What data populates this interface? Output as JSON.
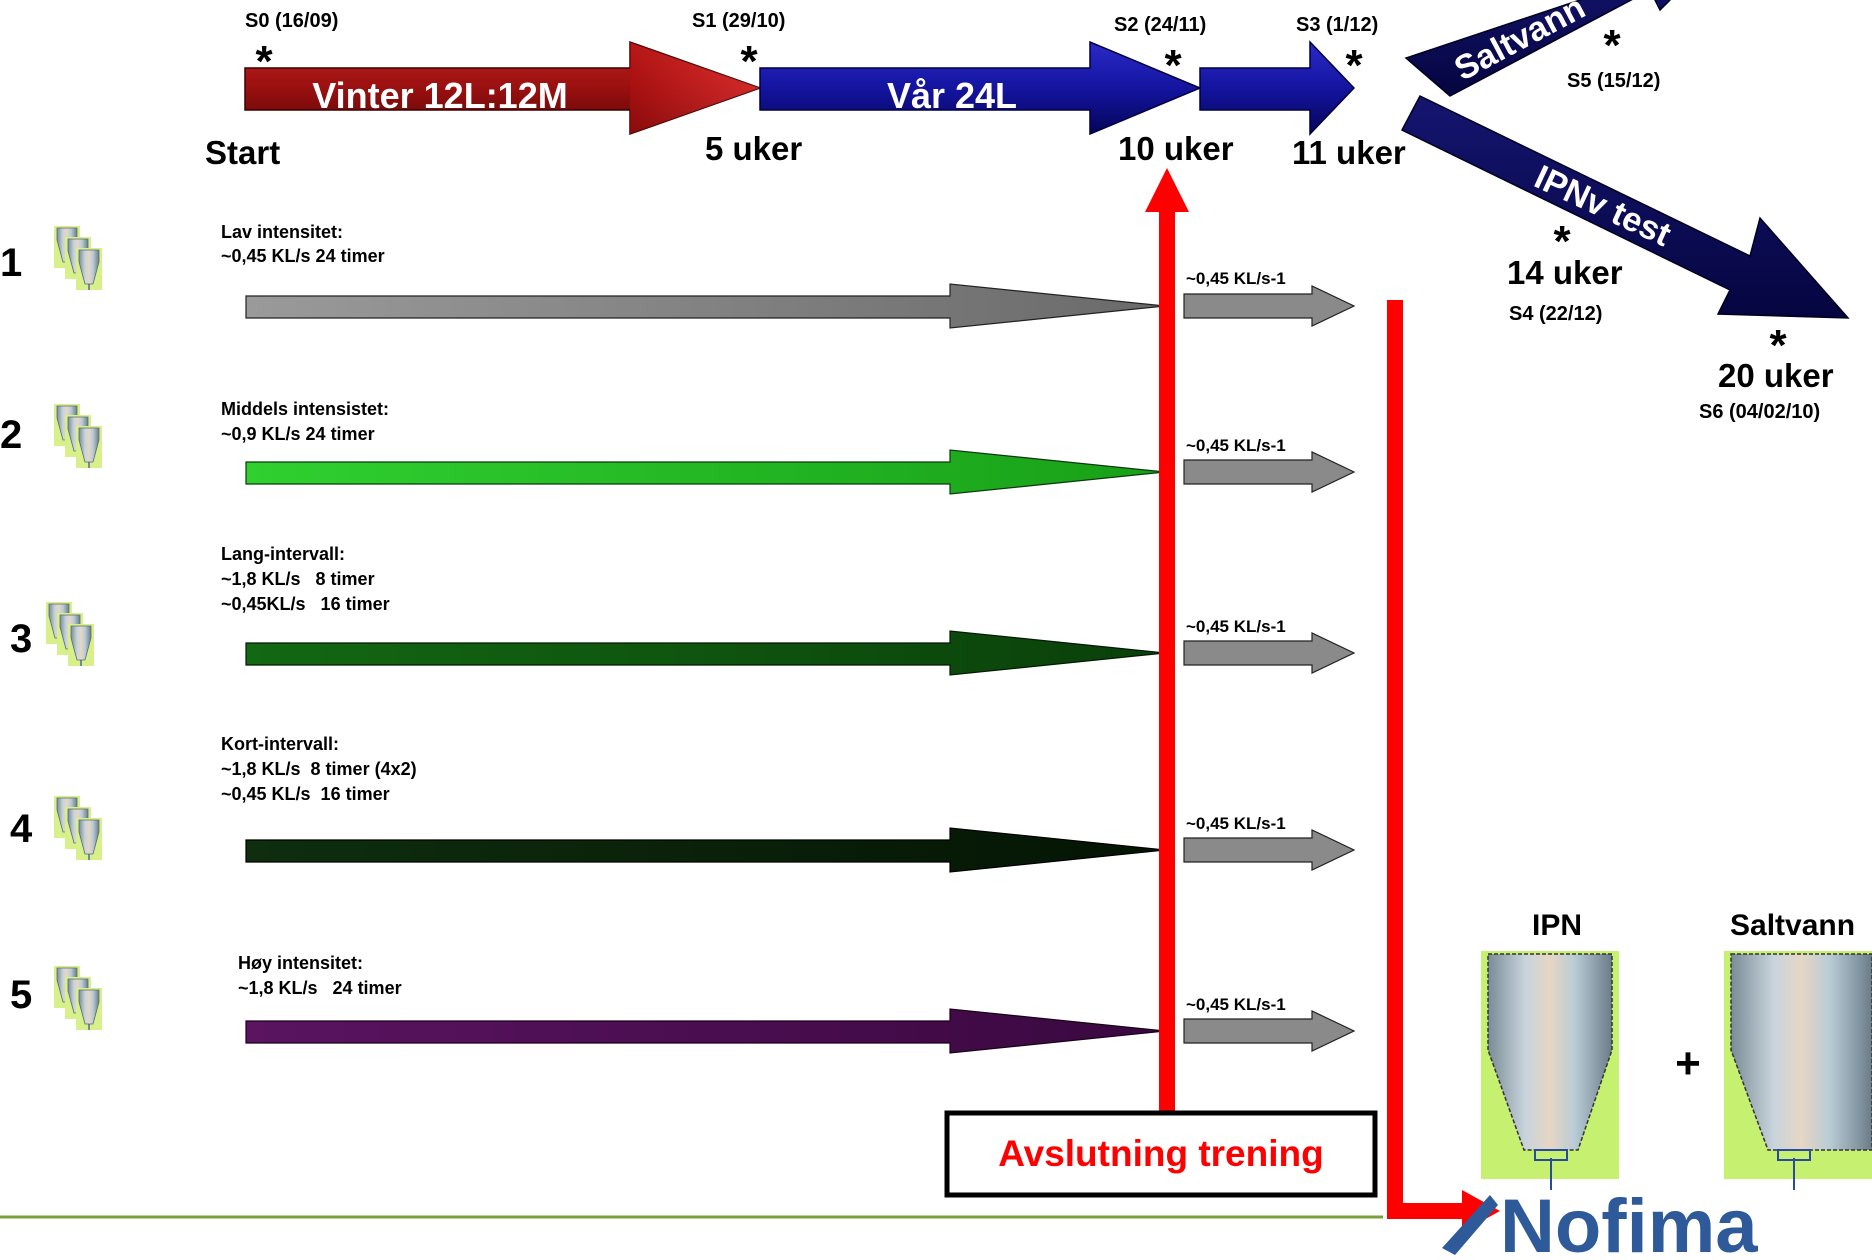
{
  "timeline": {
    "samples": {
      "s0": "S0 (16/09)",
      "s1": "S1 (29/10)",
      "s2": "S2 (24/11)",
      "s3": "S3 (1/12)",
      "s4": "S4 (22/12)",
      "s5": "S5 (15/12)",
      "s6": "S6 (04/02/10)"
    },
    "phases": {
      "winter": "Vinter 12L:12M",
      "spring": "Vår 24L",
      "saltwater": "Saltvann",
      "ipnv": "IPNv test"
    },
    "weeks": {
      "start": "Start",
      "w5": "5 uker",
      "w10": "10 uker",
      "w11": "11 uker",
      "w14": "14 uker",
      "w20": "20 uker"
    },
    "star": "*"
  },
  "groups": [
    {
      "number": "1",
      "lines": [
        "Lav intensitet:",
        "~0,45 KL/s 24 timer"
      ],
      "after": "~0,45 KL/s-1",
      "color": "#8a8a8a"
    },
    {
      "number": "2",
      "lines": [
        "Middels intensistet:",
        "~0,9 KL/s 24 timer"
      ],
      "after": "~0,45 KL/s-1",
      "color": "#22c022"
    },
    {
      "number": "3",
      "lines": [
        "Lang-intervall:",
        "~1,8 KL/s   8 timer",
        "~0,45KL/s   16 timer"
      ],
      "after": "~0,45 KL/s-1",
      "color": "#0f5a0f"
    },
    {
      "number": "4",
      "lines": [
        "Kort-intervall:",
        "~1,8 KL/s  8 timer (4x2)",
        "~0,45 KL/s  16 timer"
      ],
      "after": "~0,45 KL/s-1",
      "color": "#0b2a0b"
    },
    {
      "number": "5",
      "lines": [
        "Høy intensitet:",
        "~1,8 KL/s   24 timer"
      ],
      "after": "~0,45 KL/s-1",
      "color": "#4a1050"
    }
  ],
  "end_training": "Avslutning trening",
  "challenge": {
    "ipn": "IPN",
    "saltwater": "Saltvann",
    "plus": "+"
  },
  "logo": "Nofima"
}
